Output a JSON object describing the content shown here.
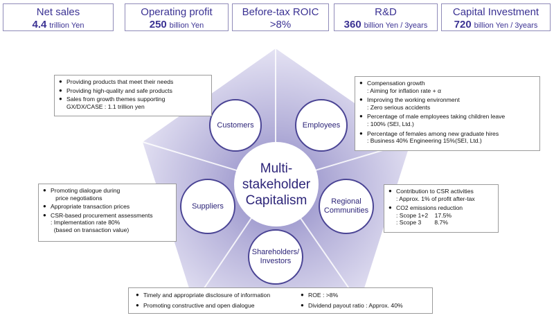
{
  "kpis": [
    {
      "title": "Net sales",
      "value": "4.4",
      "unit": "trillion Yen"
    },
    {
      "title": "Operating profit",
      "value": "250",
      "unit": "billion Yen"
    },
    {
      "title": "Before-tax ROIC",
      "value": ">8%",
      "unit": ""
    },
    {
      "title": "R&D",
      "value": "360",
      "unit": "billion Yen / 3years"
    },
    {
      "title": "Capital Investment",
      "value": "720",
      "unit": "billion Yen / 3years"
    }
  ],
  "center_label": "Multi-\nstakeholder\nCapitalism",
  "stakeholders": {
    "customers": "Customers",
    "employees": "Employees",
    "regional": "Regional\nCommunities",
    "shareholders": "Shareholders/\nInvestors",
    "suppliers": "Suppliers"
  },
  "boxes": {
    "customers": [
      {
        "text": "Providing products that meet their needs"
      },
      {
        "text": "Providing high-quality and safe products"
      },
      {
        "text": "Sales from growth themes supporting\nGX/DX/CASE : 1.1 trillion yen"
      }
    ],
    "employees": [
      {
        "text": "Compensation growth\n: Aiming for inflation rate + α"
      },
      {
        "text": "Improving the working environment\n: Zero serious accidents"
      },
      {
        "text": "Percentage of male employees taking children leave\n: 100% (SEI, Ltd.)"
      },
      {
        "text": "Percentage of  females among new graduate hires\n: Business 40%  Engineering 15%(SEI, Ltd.)"
      }
    ],
    "suppliers": [
      {
        "text": "Promoting dialogue during\n   price negotiations"
      },
      {
        "text": "Appropriate transaction prices"
      },
      {
        "text": "CSR-based procurement assessments\n: Implementation rate 80%\n  (based on transaction value)"
      }
    ],
    "regional": [
      {
        "text": "Contribution to CSR activities\n: Approx. 1% of profit after-tax"
      },
      {
        "text": "CO2 emissions reduction\n: Scope 1+2    17.5%\n: Scope 3        8.7%"
      }
    ],
    "shareholders_left": [
      {
        "text": "Timely and appropriate disclosure of information"
      },
      {
        "text": "Promoting constructive and open dialogue"
      }
    ],
    "shareholders_right": [
      {
        "text": "ROE : >8%"
      },
      {
        "text": "Dividend payout ratio : Approx. 40%"
      }
    ]
  },
  "colors": {
    "accent": "#3b3293",
    "pentagon_outer": "#dedcf0",
    "pentagon_inner": "#8b86c4",
    "circle_border": "#4a4494"
  }
}
